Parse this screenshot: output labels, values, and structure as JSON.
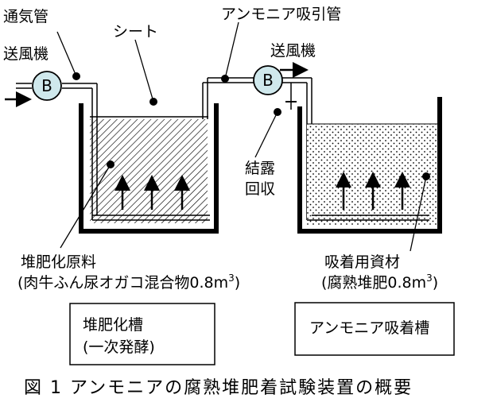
{
  "labels": {
    "vent_pipe": "通気管",
    "blower_left": "送風機",
    "sheet": "シート",
    "ammonia_suction_pipe": "アンモニア吸引管",
    "blower_right": "送風機",
    "condensation_line1": "結露",
    "condensation_line2": "回収",
    "compost_material_line1": "堆肥化原料",
    "compost_material_line2": "(肉牛ふん尿オガコ混合物0.8m",
    "compost_material_unit_sup": "3",
    "compost_material_close": ")",
    "adsorbent_line1": "吸着用資材",
    "adsorbent_line2": "(腐熟堆肥0.8m",
    "adsorbent_unit_sup": "3",
    "adsorbent_close": ")"
  },
  "blowers": {
    "symbol": "B"
  },
  "boxes": {
    "compost_tank_line1": "堆肥化槽",
    "compost_tank_line2": "(一次発酵)",
    "adsorption_tank": "アンモニア吸着槽"
  },
  "caption": "図 1  アンモニアの腐熟堆肥着試験装置の概要",
  "colors": {
    "blower_fill": "#cfe8ec",
    "line": "#000000",
    "background": "#ffffff"
  }
}
